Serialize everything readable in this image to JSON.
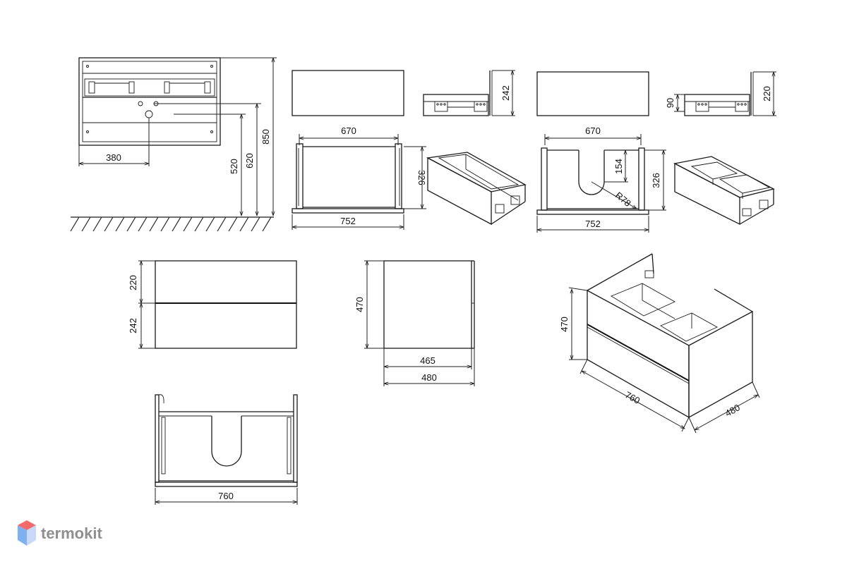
{
  "brand": {
    "name": "termokit",
    "colors": {
      "top": "#f26b6b",
      "left": "#7fb0f0",
      "right": "#c8d8f8"
    }
  },
  "dimensions": {
    "front_width_380": "380",
    "height_520": "520",
    "height_620": "620",
    "height_850": "850",
    "top_drawer_width_670": "670",
    "top_drawer_height_326": "326",
    "top_drawer_base_752": "752",
    "side_profile_242": "242",
    "u_drawer_width_670": "670",
    "u_cut_depth_154": "154",
    "u_cut_radius": "R78",
    "u_drawer_height_326": "326",
    "u_drawer_base_752": "752",
    "side_profile_90": "90",
    "side_profile_220": "220",
    "front_220": "220",
    "front_242": "242",
    "side_470": "470",
    "side_465": "465",
    "side_480": "480",
    "iso_470": "470",
    "iso_760": "760",
    "iso_480": "480",
    "plan_760": "760"
  }
}
